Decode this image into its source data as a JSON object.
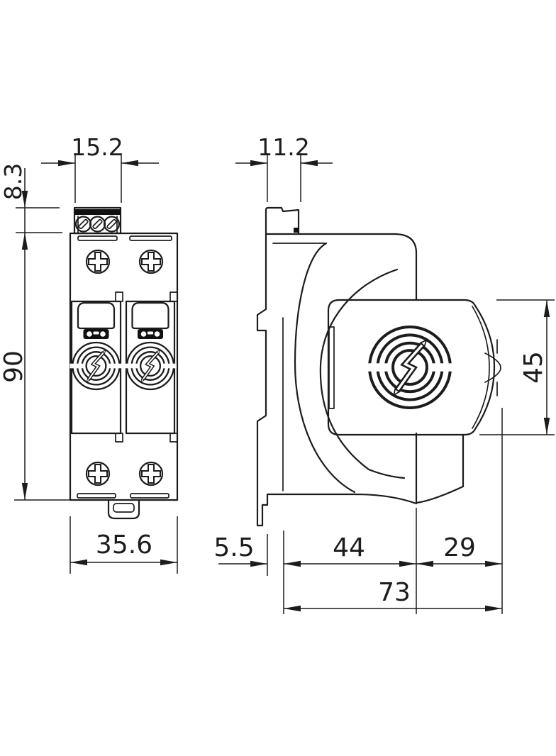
{
  "drawing": {
    "kind": "technical-dimension-drawing",
    "views": {
      "left": "front view",
      "right": "side view"
    },
    "units_shown": "mm (numeric labels only)"
  },
  "dims": {
    "front_terminal_width": "15.2",
    "front_terminal_height": "8.3",
    "front_body_height": "90",
    "front_body_width": "35.6",
    "side_terminal_width": "11.2",
    "side_module_height": "45",
    "side_din_offset": "5.5",
    "side_base_depth": "44",
    "side_module_overhang": "29",
    "side_total_depth": "73"
  },
  "colors": {
    "line": "#1c1c1c",
    "background": "#ffffff",
    "connector_fill": "#111111"
  },
  "icons": {
    "logo": "lightning-circle-logo",
    "body_screw": "phillips-screw",
    "terminal_screw": "slotted-screw"
  }
}
